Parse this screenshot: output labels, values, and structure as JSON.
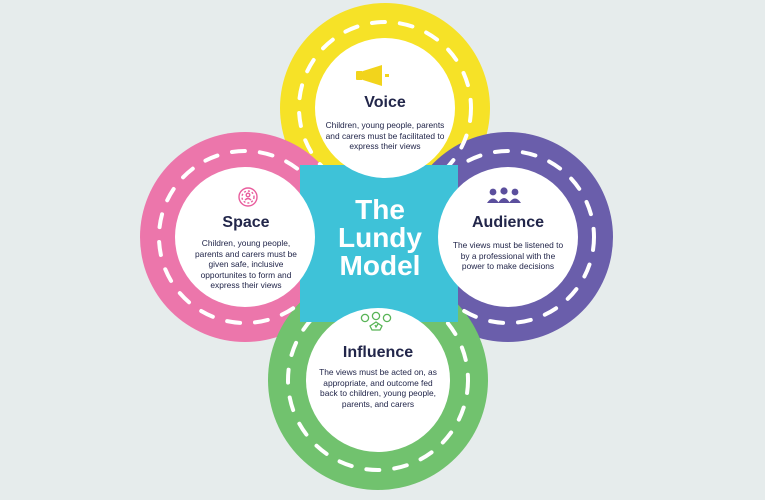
{
  "colors": {
    "background": "#e6ecec",
    "voice": "#f6e227",
    "audience": "#6a5eab",
    "influence": "#71c26e",
    "space": "#ec76ab",
    "center": "#3ec2d8",
    "inner": "#ffffff",
    "text": "#22264a",
    "voice_icon": "#f2d41c",
    "space_icon": "#e95e9e",
    "audience_icon": "#5b4f9d",
    "influence_icon": "#59b457"
  },
  "center": {
    "lines": [
      "The",
      "Lundy",
      "Model"
    ]
  },
  "rings": {
    "voice": {
      "title": "Voice",
      "description": "Children, young people, parents and carers must be facilitated to express their views",
      "icon": "megaphone-icon"
    },
    "space": {
      "title": "Space",
      "description": "Children, young people, parents and carers must be given safe, inclusive opportunites to form and express their views",
      "icon": "safe-space-icon"
    },
    "audience": {
      "title": "Audience",
      "description": "The views must be listened to by a professional with the power  to make decisions",
      "icon": "people-group-icon"
    },
    "influence": {
      "title": "Influence",
      "description": "The views must be acted on, as appropriate, and outcome fed back to children, young people, parents, and carers",
      "icon": "feedback-faces-icon"
    }
  }
}
